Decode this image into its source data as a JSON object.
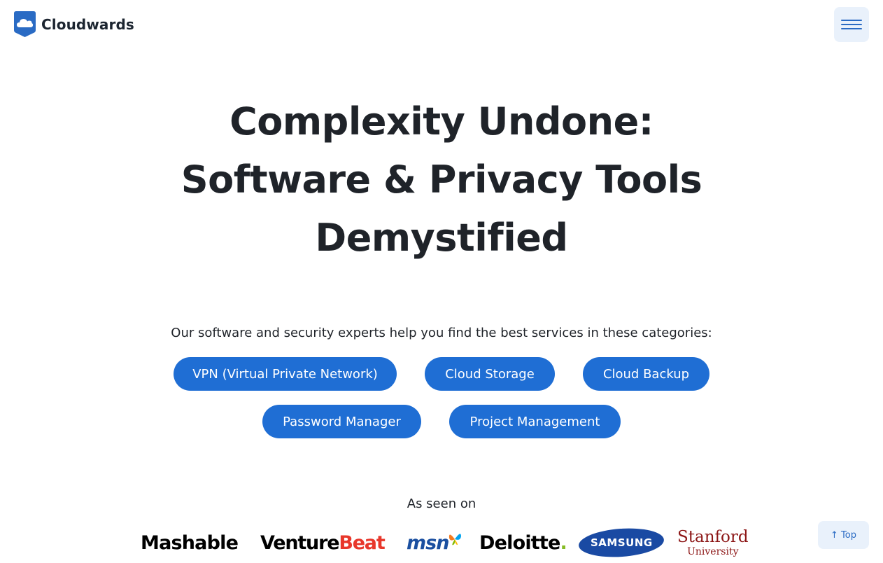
{
  "header": {
    "logo_text": "Cloudwards",
    "menu_icon": "hamburger-icon"
  },
  "hero": {
    "title_lines": [
      "Complexity Undone:",
      "Software & Privacy Tools",
      "Demystified"
    ]
  },
  "intro_text": "Our software and security experts help you find the best services in these categories:",
  "categories": [
    {
      "label": "VPN (Virtual Private Network)"
    },
    {
      "label": "Cloud Storage"
    },
    {
      "label": "Cloud Backup"
    },
    {
      "label": "Password Manager"
    },
    {
      "label": "Project Management"
    }
  ],
  "as_seen_on": {
    "label": "As seen on",
    "brands": {
      "mashable": "Mashable",
      "venturebeat_a": "Venture",
      "venturebeat_b": "Beat",
      "msn": "msn",
      "deloitte": "Deloitte",
      "deloitte_dot": ".",
      "samsung": "SAMSUNG",
      "stanford_a": "Stanford",
      "stanford_b": "University"
    }
  },
  "top_button": "↑ Top",
  "colors": {
    "accent": "#1f6ed4",
    "text": "#1f2329",
    "light_bg": "#e9f1fb"
  }
}
